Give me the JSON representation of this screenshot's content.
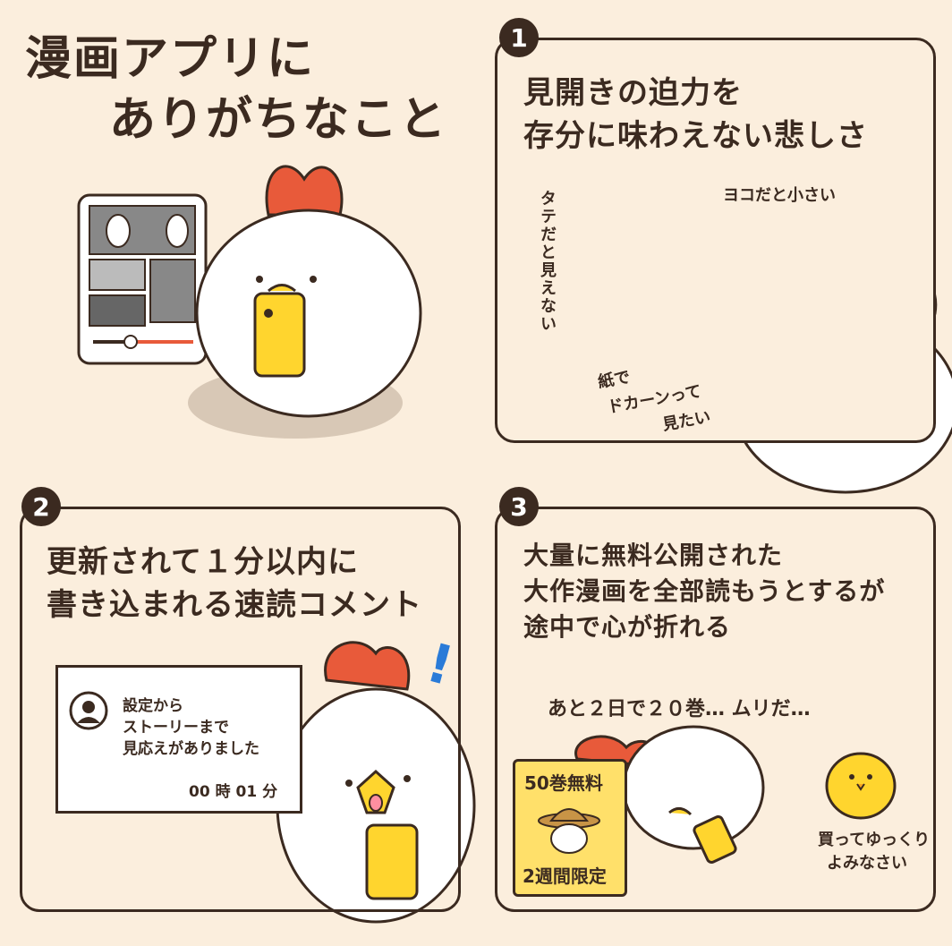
{
  "main_title": {
    "line1": "漫画アプリに",
    "line2": "ありがちなこと"
  },
  "panel1": {
    "number": "1",
    "title_line1": "見開きの迫力を",
    "title_line2": "存分に味わえない悲しさ",
    "vertical_note": "タテだと見えない",
    "horizontal_note": "ヨコだと小さい",
    "wish_line1": "紙で",
    "wish_line2": "ドカーンって",
    "wish_line3": "見たい"
  },
  "panel2": {
    "number": "2",
    "title_line1": "更新されて１分以内に",
    "title_line2": "書き込まれる速読コメント",
    "comment_line1": "設定から",
    "comment_line2": "ストーリーまで",
    "comment_line3": "見応えがありました",
    "comment_time": "00 時 01 分",
    "exclaim": "!"
  },
  "panel3": {
    "number": "3",
    "title_line1": "大量に無料公開された",
    "title_line2": "大作漫画を全部読もうとするが",
    "title_line3": "途中で心が折れる",
    "speech": "あと２日で２０巻… ムリだ…",
    "sign_top": "50巻無料",
    "sign_bottom": "2週間限定",
    "chick_line1": "買ってゆっくり",
    "chick_line2": "よみなさい"
  },
  "colors": {
    "background": "#fbeedd",
    "ink": "#3b2a20",
    "comb": "#e85a3a",
    "phone": "#ffd52e"
  },
  "icons": [
    "tablet-icon",
    "phone-icon",
    "avatar-icon",
    "chick-icon",
    "hat-icon"
  ]
}
